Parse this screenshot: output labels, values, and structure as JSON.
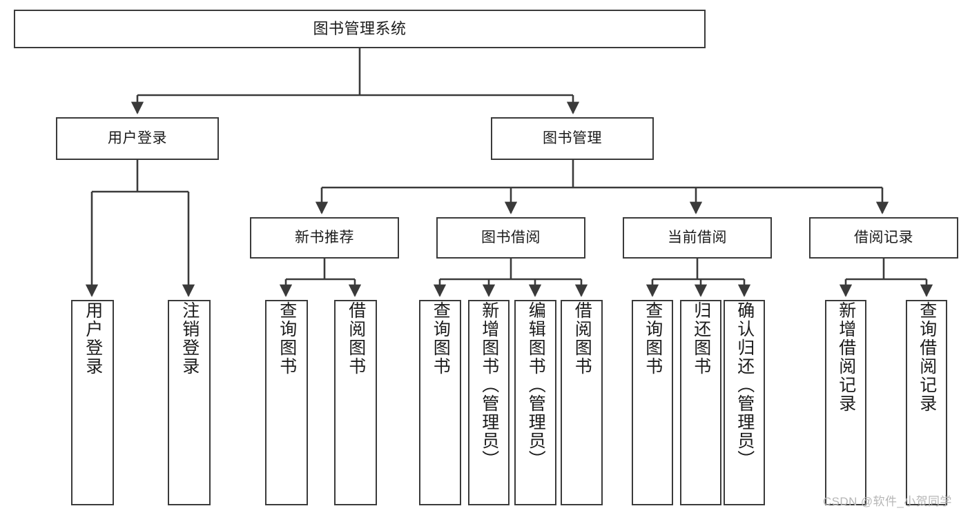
{
  "diagram": {
    "title": "图书管理系统",
    "type": "tree-hierarchy",
    "root": {
      "id": "root",
      "label": "图书管理系统"
    },
    "level2": [
      {
        "id": "user-login",
        "label": "用户登录"
      },
      {
        "id": "book-manage",
        "label": "图书管理"
      }
    ],
    "level3": [
      {
        "id": "new-book-recommend",
        "label": "新书推荐"
      },
      {
        "id": "book-borrow",
        "label": "图书借阅"
      },
      {
        "id": "current-borrow",
        "label": "当前借阅"
      },
      {
        "id": "borrow-record",
        "label": "借阅记录"
      }
    ],
    "leaves": [
      {
        "id": "leaf-user-login",
        "label": "用户登录",
        "parent": "user-login"
      },
      {
        "id": "leaf-logout",
        "label": "注销登录",
        "parent": "user-login"
      },
      {
        "id": "leaf-query-book-1",
        "label": "查询图书",
        "parent": "new-book-recommend"
      },
      {
        "id": "leaf-borrow-book-1",
        "label": "借阅图书",
        "parent": "new-book-recommend"
      },
      {
        "id": "leaf-query-book-2",
        "label": "查询图书",
        "parent": "book-borrow"
      },
      {
        "id": "leaf-add-book",
        "label": "新增图书（管理员）",
        "parent": "book-borrow"
      },
      {
        "id": "leaf-edit-book",
        "label": "编辑图书（管理员）",
        "parent": "book-borrow"
      },
      {
        "id": "leaf-borrow-book-2",
        "label": "借阅图书",
        "parent": "book-borrow"
      },
      {
        "id": "leaf-query-book-3",
        "label": "查询图书",
        "parent": "current-borrow"
      },
      {
        "id": "leaf-return-book",
        "label": "归还图书",
        "parent": "current-borrow"
      },
      {
        "id": "leaf-confirm-return",
        "label": "确认归还（管理员）",
        "parent": "current-borrow"
      },
      {
        "id": "leaf-add-record",
        "label": "新增借阅记录",
        "parent": "borrow-record"
      },
      {
        "id": "leaf-query-record",
        "label": "查询借阅记录",
        "parent": "borrow-record"
      }
    ],
    "colors": {
      "border": "#3a3a3a",
      "text": "#1b1b1b",
      "background": "#ffffff",
      "watermark": "#b6b6b6"
    }
  },
  "watermark": {
    "text": "CSDN @软件_小贺同学"
  }
}
